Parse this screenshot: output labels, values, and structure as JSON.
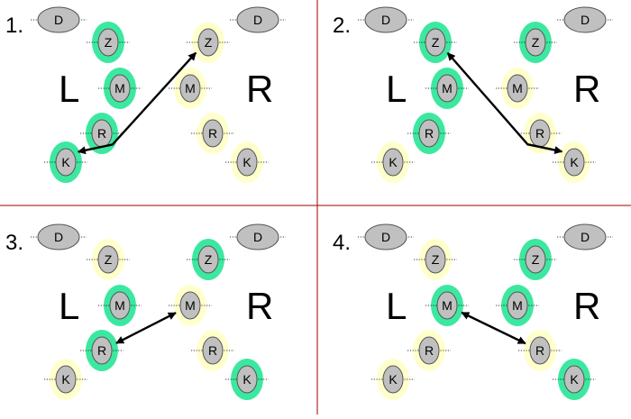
{
  "colors": {
    "active_ring": "#3ce8a0",
    "inactive_ring": "#ffffcc",
    "node_fill": "#c0c0c0",
    "node_stroke": "#555555",
    "divider": "#a00000",
    "arrow": "#000000"
  },
  "side_labels": {
    "left": "L",
    "right": "R"
  },
  "node_labels": {
    "D": "D",
    "Z": "Z",
    "M": "M",
    "R": "R",
    "K": "K"
  },
  "panels": [
    {
      "number": "1.",
      "active": {
        "L": [
          "Z",
          "M",
          "R",
          "K"
        ],
        "R": []
      },
      "arrow": {
        "from": "R.Z",
        "to": "L.K"
      }
    },
    {
      "number": "2.",
      "active": {
        "L": [
          "Z",
          "M",
          "R"
        ],
        "R": [
          "Z"
        ]
      },
      "arrow": {
        "from": "L.Z",
        "to": "R.K"
      }
    },
    {
      "number": "3.",
      "active": {
        "L": [
          "M",
          "R"
        ],
        "R": [
          "Z",
          "K"
        ]
      },
      "arrow": {
        "from": "L.R",
        "to": "R.M"
      }
    },
    {
      "number": "4.",
      "active": {
        "L": [
          "M"
        ],
        "R": [
          "Z",
          "M",
          "K"
        ]
      },
      "arrow": {
        "from": "L.M",
        "to": "R.R"
      }
    }
  ]
}
